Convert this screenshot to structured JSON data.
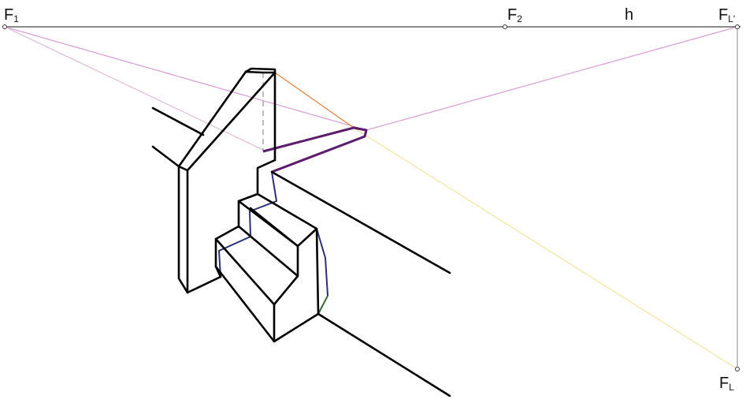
{
  "labels": {
    "f1_main": "F",
    "f1_sub": "1",
    "f2_main": "F",
    "f2_sub": "2",
    "h": "h",
    "fl_prime_main": "F",
    "fl_prime_sub": "L'",
    "fl_main": "F",
    "fl_sub": "L"
  },
  "colors": {
    "black": "#000000",
    "horizon": "#444444",
    "pink": "#d9a3d6",
    "light_pink": "#dcc3d8",
    "orange": "#e0803a",
    "yellow": "#f0e6a0",
    "purple": "#5b1c6b",
    "navy": "#2b2f7a",
    "teal": "#1d8a8a",
    "green": "#2e6b33",
    "dash": "#999999",
    "vertical": "#888888"
  }
}
